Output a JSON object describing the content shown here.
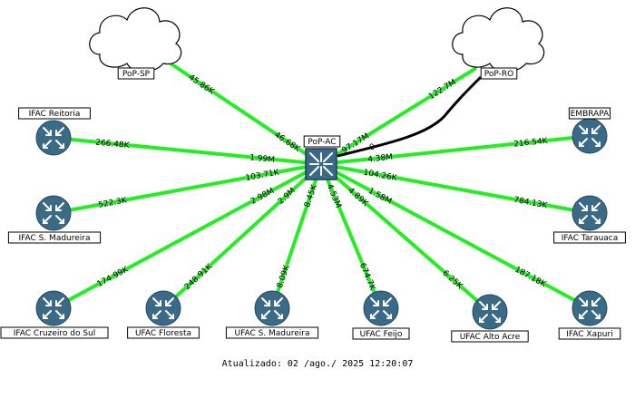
{
  "colors": {
    "link_ok": "#22ee22",
    "link_backup": "#000000",
    "router_fill": "#3a6a86",
    "switch_fill": "#3a6a86",
    "cloud_fill": "#ffffff",
    "label_bg": "#ffffff"
  },
  "nodes": {
    "pop_ac": {
      "label": "PoP-AC",
      "type": "switch",
      "icon": "switch-icon"
    },
    "pop_sp": {
      "label": "PoP-SP",
      "type": "cloud",
      "icon": "cloud-icon"
    },
    "pop_ro": {
      "label": "PoP-RO",
      "type": "cloud",
      "icon": "cloud-icon"
    },
    "reitoria": {
      "label": "IFAC Reitoria",
      "type": "router",
      "icon": "router-icon"
    },
    "embrapa": {
      "label": "EMBRAPA",
      "type": "router",
      "icon": "router-icon"
    },
    "ifac_madureira": {
      "label": "IFAC S. Madureira",
      "type": "router",
      "icon": "router-icon"
    },
    "tarauaca": {
      "label": "IFAC Tarauaca",
      "type": "router",
      "icon": "router-icon"
    },
    "cruzeiro": {
      "label": "IFAC Cruzeiro do Sul",
      "type": "router",
      "icon": "router-icon"
    },
    "floresta": {
      "label": "UFAC Floresta",
      "type": "router",
      "icon": "router-icon"
    },
    "ufac_madureira": {
      "label": "UFAC S. Madureira",
      "type": "router",
      "icon": "router-icon"
    },
    "feijo": {
      "label": "UFAC Feijo",
      "type": "router",
      "icon": "router-icon"
    },
    "alto_acre": {
      "label": "UFAC Alto Acre",
      "type": "router",
      "icon": "router-icon"
    },
    "xapuri": {
      "label": "IFAC Xapuri",
      "type": "router",
      "icon": "router-icon"
    }
  },
  "links": [
    {
      "to": "pop_sp",
      "in": "45.86K",
      "out": "46.68K",
      "status": "ok"
    },
    {
      "to": "pop_ro",
      "in": "122.7M",
      "out": "97.17M",
      "status": "ok"
    },
    {
      "to": "pop_ro",
      "in": "",
      "out": "0",
      "status": "backup"
    },
    {
      "to": "reitoria",
      "in": "266.48K",
      "out": "1.99M",
      "status": "ok"
    },
    {
      "to": "embrapa",
      "in": "216.54K",
      "out": "4.38M",
      "status": "ok"
    },
    {
      "to": "ifac_madureira",
      "in": "522.3K",
      "out": "103.71K",
      "status": "ok"
    },
    {
      "to": "tarauaca",
      "in": "784.13K",
      "out": "104.26K",
      "status": "ok"
    },
    {
      "to": "cruzeiro",
      "in": "174.99K",
      "out": "2.98M",
      "status": "ok"
    },
    {
      "to": "floresta",
      "in": "248.91K",
      "out": "2.9M",
      "status": "ok"
    },
    {
      "to": "ufac_madureira",
      "in": "8.09K",
      "out": "8.45K",
      "status": "ok"
    },
    {
      "to": "feijo",
      "in": "674.7K",
      "out": "4.53M",
      "status": "ok"
    },
    {
      "to": "alto_acre",
      "in": "6.25K",
      "out": "4.89K",
      "status": "ok"
    },
    {
      "to": "xapuri",
      "in": "187.18K",
      "out": "1.58M",
      "status": "ok"
    }
  ],
  "footer": {
    "updated": "Atualizado: 02 /ago./ 2025 12:20:07"
  }
}
